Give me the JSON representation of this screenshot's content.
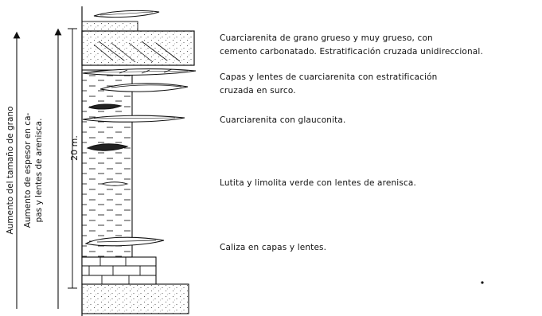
{
  "descriptions": [
    {
      "lines": [
        "Cuarciarenita  de grano grueso y muy grueso,  con",
        "cemento carbonatado. Estratificación cruzada unidireccional."
      ]
    },
    {
      "lines": [
        "Capas y lentes de cuarciarenita con estratificación",
        "cruzada  en  surco."
      ]
    },
    {
      "lines": [
        "Cuarciarenita  con  glauconita."
      ]
    },
    {
      "lines": [
        "Lutita  y  limolita  verde  con  lentes  de  arenisca."
      ]
    },
    {
      "lines": [
        "Caliza  en  capas  y  lentes."
      ]
    }
  ],
  "scale_label": "20 m.",
  "arrow_labels": {
    "grain_size": "Aumento del tamaño de grano",
    "thickness_line1": "Aumento de espesor en ca-",
    "thickness_line2": "pas y lentes de arenisca."
  },
  "colors": {
    "ink": "#111111",
    "paper": "#ffffff"
  }
}
